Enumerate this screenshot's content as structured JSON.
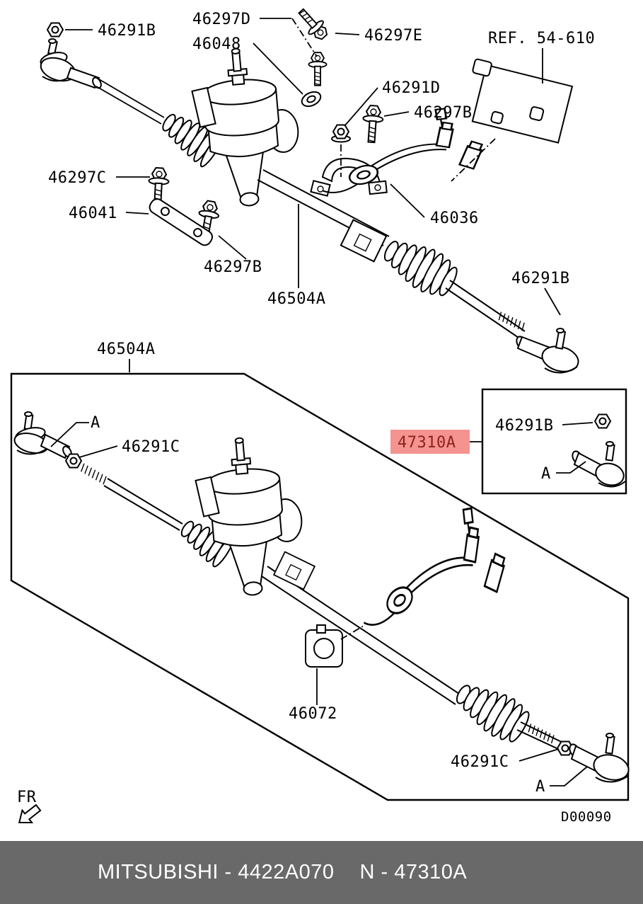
{
  "page": {
    "background": "#ffffff",
    "line_color": "#000000"
  },
  "highlight": {
    "text": "47310A",
    "bg": "#f4938f",
    "fg": "#8e211d"
  },
  "labels": {
    "nut_top_left": "46291B",
    "bolt_top": "46297D",
    "washer_top": "46048",
    "bolt_top_right": "46297E",
    "ref_bracket": "REF. 54-610",
    "nut_mid": "46291D",
    "bolt_mid_right": "46297B",
    "bolt_left": "46297C",
    "bracket_left": "46041",
    "bolt_mid_left": "46297B",
    "harness": "46036",
    "gear_assembly_main": "46504A",
    "nut_right": "46291B",
    "gear_assembly_box": "46504A",
    "tie_rod_marker_left": "A",
    "nut_inner_left": "46291C",
    "nut_inset": "46291B",
    "tie_rod_marker_inset": "A",
    "bushing": "46072",
    "nut_inner_right": "46291C",
    "tie_rod_marker_right": "A"
  },
  "annotations": {
    "fr": "FR",
    "diagram_code": "D00090"
  },
  "footer": {
    "left": "MITSUBISHI - 4422A070",
    "right": "N - 47310A",
    "bg": "#696969",
    "fg": "#ffffff"
  }
}
